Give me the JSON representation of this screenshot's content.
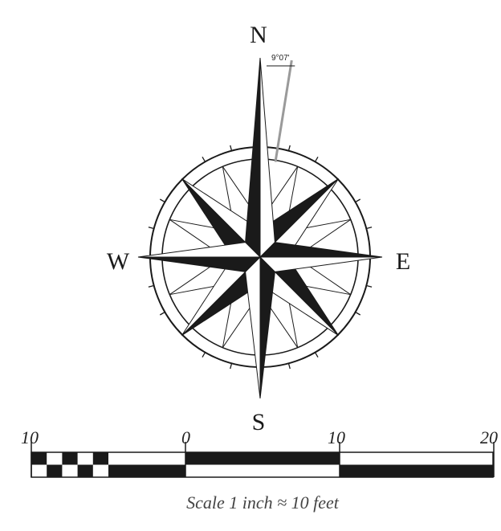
{
  "compass": {
    "north_label": "N",
    "south_label": "S",
    "east_label": "E",
    "west_label": "W",
    "declination_label": "9°07'",
    "declination_degrees": 9.1167
  },
  "scale_bar": {
    "tick_labels": [
      "10",
      "0",
      "10",
      "20"
    ],
    "caption": "Scale 1 inch ≈ 10 feet",
    "units": "feet",
    "range": [
      -10,
      20
    ]
  },
  "colors": {
    "ink": "#1a1a1a",
    "paper": "#ffffff",
    "declination_line": "#9a9a9a"
  }
}
